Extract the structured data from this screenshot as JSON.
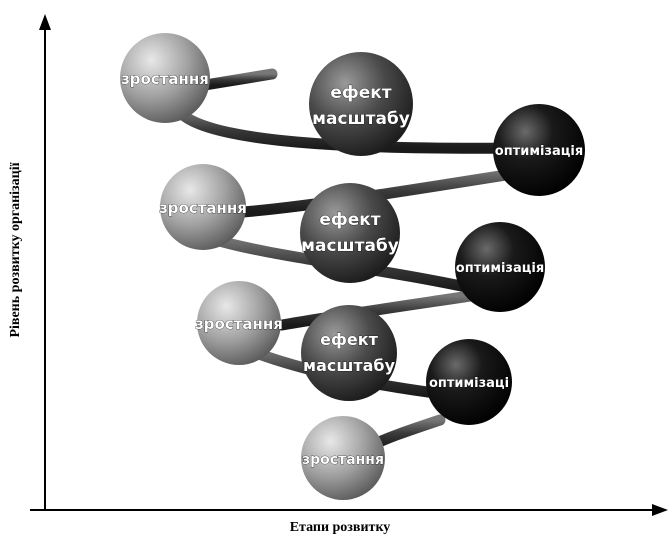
{
  "axes": {
    "y_label": "Рівень розвитку організації",
    "x_label": "Етапи розвитку"
  },
  "stages": {
    "growth": "зростання",
    "scale_line1": "ефект",
    "scale_line2": "масштабу",
    "optimization": "оптимізація",
    "optimization_short": "оптимізаці"
  },
  "colors": {
    "growth_ball": "#a8a8a8",
    "scale_ball": "#4a4a4a",
    "optimization_ball": "#0a0a0a",
    "spiral": "#3a3a3a"
  }
}
